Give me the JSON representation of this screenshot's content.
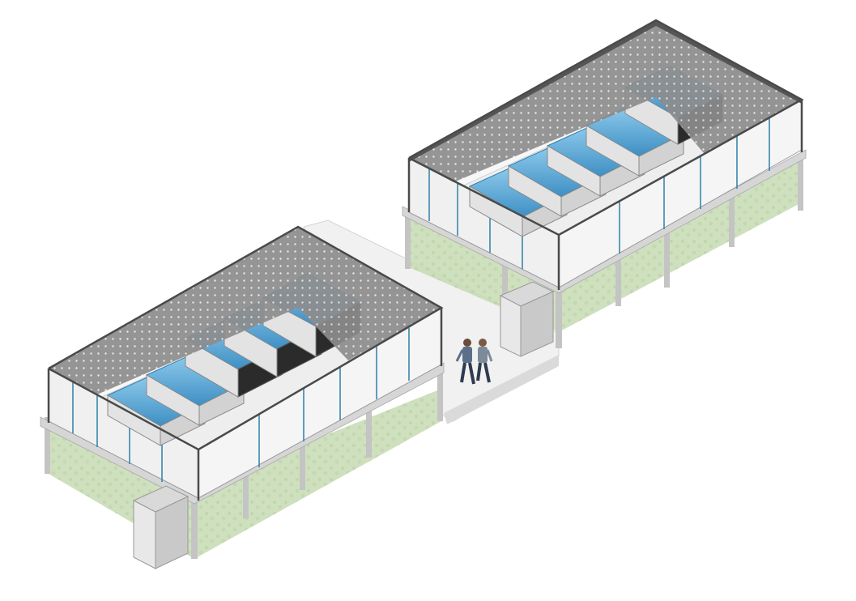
{
  "scene": {
    "subject": "isometric-aquaculture-buildings",
    "buildings": [
      {
        "id": "left",
        "tank_rows": 5
      },
      {
        "id": "right",
        "tank_rows": 5
      }
    ],
    "people_count": 2
  },
  "colors": {
    "background": "#ffffff",
    "wall": "#f4f4f4",
    "wall_shadow": "#dcdcdc",
    "frame": "#4f4f4f",
    "roof_mesh": "#9b9b9b",
    "roof_mesh_dark": "#6e6e6e",
    "tank_water": "#6fb3d8",
    "tank_water_dark": "#2f7fb3",
    "glass_edge": "#3c90c2",
    "grass": "#b9d2a3",
    "column": "#bdbdbd",
    "person_shirt": "#5b6f89",
    "person_pants": "#2e3a4f"
  }
}
